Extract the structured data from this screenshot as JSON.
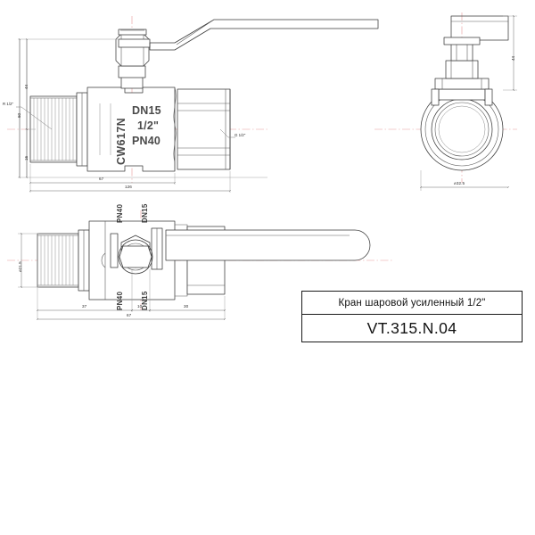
{
  "drawing": {
    "type": "technical-drawing",
    "subject": "ball valve",
    "views": [
      "front-section-top",
      "end-view-right",
      "plan-view-bottom"
    ]
  },
  "title_block": {
    "name": "Кран шаровой усиленный 1/2\"",
    "code": "VT.315.N.04"
  },
  "body_marking": {
    "material": "CW617N",
    "nominal": "DN15",
    "size": "1/2\"",
    "pressure": "PN40"
  },
  "bottom_marking": {
    "pressure": "PN40",
    "nominal": "DN15"
  },
  "leaders": {
    "left_thread": "R 1/2\"",
    "right_thread": "G 1/2\""
  },
  "dimensions": {
    "top_view": {
      "body_length": "67",
      "overall_length": "126",
      "height_upper": "44",
      "height_total": "60",
      "height_lower": "16"
    },
    "end_view": {
      "diameter": "⌀32.5",
      "height": "44"
    },
    "bottom_view": {
      "left_segment": "37",
      "center_segment": "10",
      "right_segment": "30",
      "total": "67",
      "thread_diameter": "⌀21.5"
    }
  },
  "colors": {
    "line": "#3a3a3a",
    "thin_line": "#6e6e6e",
    "center_line": "#e8a0a0",
    "text": "#1a1a1a",
    "body_text": "#4a4a4a"
  }
}
